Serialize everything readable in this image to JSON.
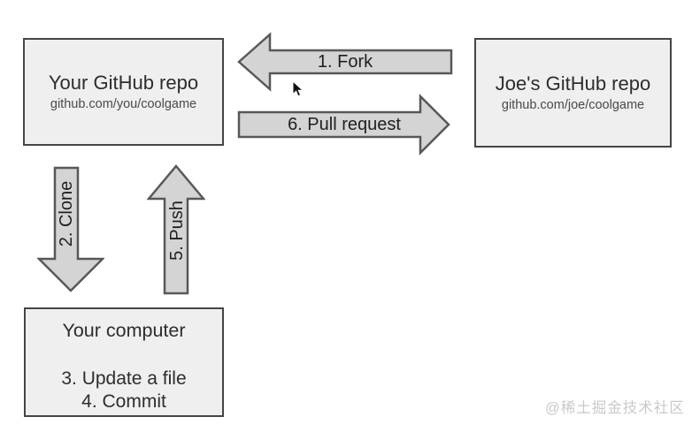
{
  "boxes": {
    "your_repo": {
      "title": "Your GitHub repo",
      "subtitle": "github.com/you/coolgame"
    },
    "joes_repo": {
      "title": "Joe's GitHub repo",
      "subtitle": "github.com/joe/coolgame"
    },
    "your_computer": {
      "title": "Your computer",
      "lines": [
        "3. Update a file",
        "4. Commit"
      ]
    }
  },
  "arrows": {
    "fork": {
      "label": "1. Fork",
      "direction": "left"
    },
    "pull_request": {
      "label": "6. Pull request",
      "direction": "right"
    },
    "clone": {
      "label": "2. Clone",
      "direction": "down"
    },
    "push": {
      "label": "5. Push",
      "direction": "up"
    }
  },
  "watermark": "@稀土掘金技术社区",
  "colors": {
    "box_fill": "#f0efef",
    "box_border": "#454545",
    "arrow_fill": "#d4d4d4",
    "arrow_border": "#585858",
    "title_color": "#2d2d2d",
    "subtitle_color": "#4a4a4a",
    "label_color": "#1f1f1f",
    "watermark_color": "#c9c9c9"
  }
}
